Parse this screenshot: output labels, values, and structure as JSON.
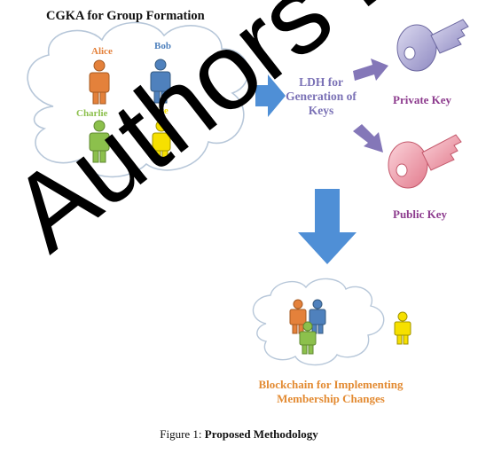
{
  "title": "CGKA for Group Formation",
  "members": [
    {
      "name": "Alice",
      "color": "#e4813b"
    },
    {
      "name": "Bob",
      "color": "#4f81bd"
    },
    {
      "name": "Charlie",
      "color": "#8cc04c"
    },
    {
      "name": "Eve",
      "color": "#f6e000"
    }
  ],
  "ldh_label": "LDH for Generation of Keys",
  "private_key_label": "Private Key",
  "public_key_label": "Public Key",
  "blockchain_label": "Blockchain for Implementing Membership Changes",
  "caption": {
    "prefix": "Figure 1:",
    "text": "Proposed Methodology"
  },
  "watermark": "Authors Pre",
  "colors": {
    "arrow_blue": "#4f8fd6",
    "arrow_purple": "#8477b8",
    "private_key": "#b5b1d8",
    "public_key": "#f2a9b5",
    "cloud_stroke": "#b7c7d9",
    "label_purple": "#8d3c8e",
    "label_orange": "#e38b33"
  }
}
